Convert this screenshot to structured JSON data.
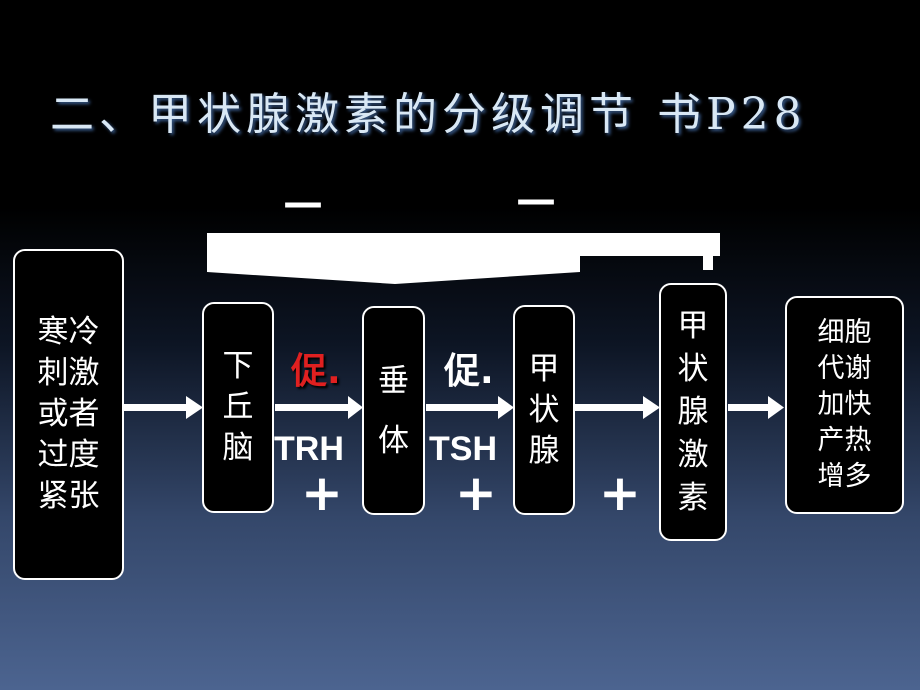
{
  "title": "二、甲状腺激素的分级调节 书P28",
  "feedback": {
    "minus_1": "—",
    "minus_2": "—"
  },
  "nodes": {
    "stimulus": "寒冷刺激或者过度紧张",
    "hypothalamus": "下丘脑",
    "pituitary": "垂体",
    "thyroid": "甲状腺",
    "thyroxine": "甲状腺激素",
    "effect": "细胞代谢加快产热增多"
  },
  "labels": {
    "promote_1": "促.",
    "hormone_1": "TRH",
    "promote_2": "促.",
    "hormone_2": "TSH",
    "plus": "+"
  },
  "colors": {
    "promote_1": "#e02020",
    "promote_2": "#ffffff"
  }
}
